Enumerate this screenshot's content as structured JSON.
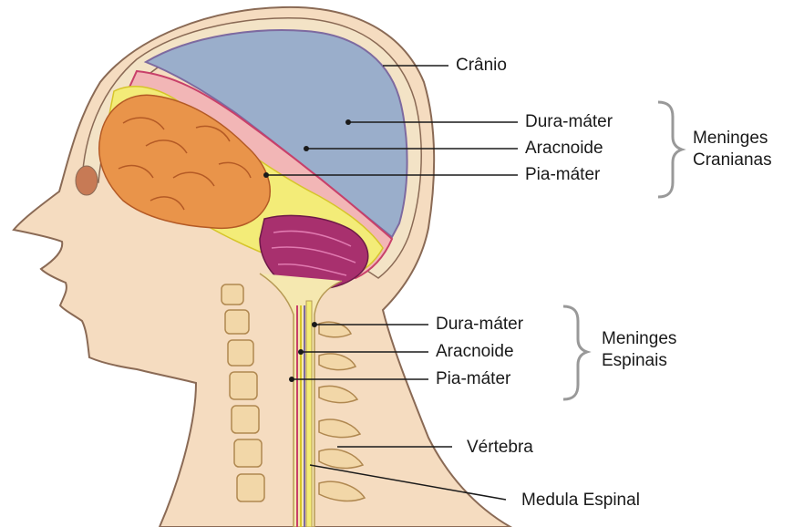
{
  "labels": {
    "cranio": "Crânio",
    "cranial_dura": "Dura-máter",
    "cranial_arachnoid": "Aracnoide",
    "cranial_pia": "Pia-máter",
    "spinal_dura": "Dura-máter",
    "spinal_arachnoid": "Aracnoide",
    "spinal_pia": "Pia-máter",
    "vertebra": "Vértebra",
    "spinal_cord": "Medula Espinal"
  },
  "groups": {
    "cranial": {
      "line1": "Meninges",
      "line2": "Cranianas"
    },
    "spinal": {
      "line1": "Meninges",
      "line2": "Espinais"
    }
  },
  "colors": {
    "skin": "#f5dcc0",
    "skull": "#f3e3c6",
    "outline": "#8a6a55",
    "dura_space": "#9aaecb",
    "dura": "#f2b6b6",
    "arachnoid": "#f3ec78",
    "cerebrum": "#e9944a",
    "cerebellum": "#a8306e",
    "vertebra": "#f2d7a8",
    "brace": "#999999"
  }
}
